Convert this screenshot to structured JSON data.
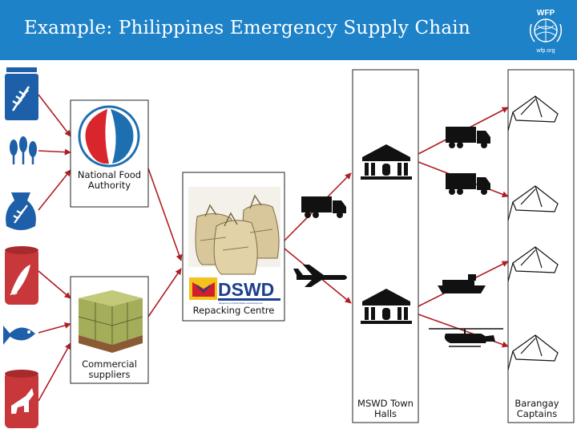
{
  "header": {
    "title": "Example: Philippines Emergency Supply Chain",
    "logo_text": "WFP",
    "logo_subtext": "wfp.org"
  },
  "nodes": {
    "nfa_label": "National Food Authority",
    "dswd_logo_text": "DSWD",
    "dswd_logo_subtext": "Department of Social Welfare and Development",
    "repacking_label": "Repacking Centre",
    "commercial_label": "Commercial suppliers",
    "town_halls_label": "MSWD Town Halls",
    "barangay_label": "Barangay Captains"
  },
  "colors": {
    "header_bg": "#1e82c8",
    "arrow": "#b01e24",
    "commodity_blue": "#1d5fa8",
    "commodity_red": "#c8383a",
    "vehicle": "#111111"
  },
  "icons": {
    "commodities": [
      "wheat-sack-icon",
      "wheat-icon",
      "grain-bag-icon",
      "fish-can-icon",
      "fish-icon",
      "meat-can-icon"
    ],
    "transport": [
      "truck-icon",
      "plane-icon",
      "ship-icon",
      "helicopter-icon"
    ],
    "facilities": [
      "town-hall-icon",
      "tent-icon"
    ]
  }
}
